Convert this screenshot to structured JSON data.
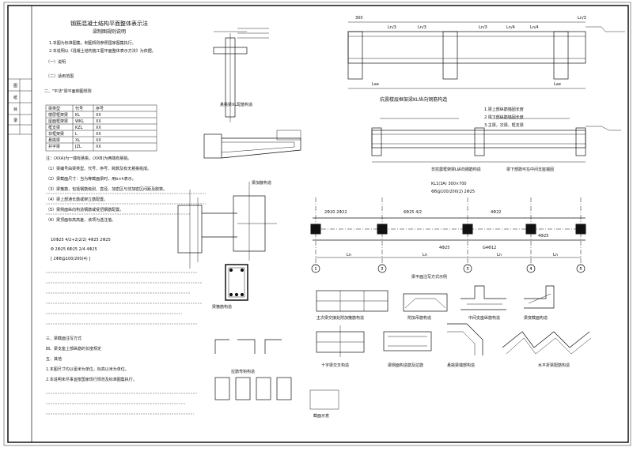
{
  "title_block": {
    "cells": [
      "图",
      "纸",
      "目",
      "录"
    ]
  },
  "notes": {
    "title": "钢筋混凝土结构平面整体表示法",
    "subtitle": "梁制图规则说明",
    "intro": [
      "1.本图为标准图集，制图规则参照国家图集执行。",
      "2.本说明以《混凝土结构施工图平面整体表示方法》为依据。",
      "（一）说明",
      "（二）适用范围"
    ],
    "section_header": "二、\"平法\"梁平面制图规则",
    "table": {
      "header": [
        "梁类型",
        "代号",
        "序号"
      ],
      "rows": [
        [
          "楼层框架梁",
          "KL",
          "XX"
        ],
        [
          "屋面框架梁",
          "WKL",
          "XX"
        ],
        [
          "框支梁",
          "KZL",
          "XX"
        ],
        [
          "非框架梁",
          "L",
          "XX"
        ],
        [
          "悬挑梁",
          "XL",
          "XX"
        ],
        [
          "井字梁",
          "JZL",
          "XX"
        ]
      ]
    },
    "para_lines": [
      "注：(XXA)为一端有悬挑，(XXB)为两端有悬挑。",
      "（1）梁编号由梁类型、代号、序号、跨数及有无悬挑组成。",
      "（2）梁截面尺寸：当为等截面梁时，用b×h表示。",
      "（3）梁箍筋，包括钢筋级别、直径、加密区与非加密区间距及肢数。",
      "（4）梁上部通长筋或架立筋配置。",
      "（5）梁侧面纵向构造钢筋或受扭钢筋配置。",
      "（6）梁顶面标高高差，该项为选注值。"
    ],
    "formula_lines": [
      "10Φ25 4/2+2(2/2)   4Φ25   2Φ25",
      "Φ 2Φ25   6Φ25 2/4   4Φ25",
      "[ 2Φ8@100/200(4) ]"
    ],
    "bottom_lines": [
      "三、梁截面注写方式",
      "四、梁支座上部纵筋的长度规定",
      "五、其他",
      "1.本图尺寸均以毫米为单位，标高以米为单位。",
      "2.本说明未尽事宜按国家现行规范及标准图集执行。"
    ]
  },
  "drawings": {
    "beam_top_title": "抗震楼层框架梁KL纵向钢筋构造",
    "beam_top_dims": [
      "300",
      "Ln/3",
      "Ln/3",
      "Ln/3",
      "Ln/4",
      "Ln/4",
      "Ln/3",
      "Lae",
      "Lae"
    ],
    "beam_mid_title": "非抗震框架梁L纵向钢筋构造",
    "beam_mid_note": "梁下部筋可在中间支座锚固",
    "small_beam_title": "悬挑梁XL配筋构造",
    "haunch_title": "梁加腋构造",
    "stirrup_title": "梁箍筋构造",
    "notes_right": [
      "1.梁上部纵筋锚固长度",
      "2.梁下部纵筋锚固长度",
      "3.主梁，次梁，框支梁"
    ],
    "plan_title": "梁平面注写方式示例",
    "plan_annotations": [
      "KL1(3A) 300×700",
      "Φ8@100/200(2) 2Φ25",
      "2Φ20 2Φ22",
      "6Φ25 4/2",
      "4Φ22",
      "4Φ25",
      "G4Φ12",
      "4Φ25"
    ],
    "axis_labels": [
      "1",
      "2",
      "3",
      "4",
      "5"
    ],
    "plan_dims": [
      "Ln",
      "Ln",
      "Ln",
      "Ln"
    ],
    "details": [
      "主次梁交接处附加箍筋构造",
      "附加吊筋构造",
      "中间支座纵筋构造",
      "梁变截面构造",
      "十字梁交叉构造",
      "梁侧面构造筋及拉筋",
      "悬挑梁端部构造",
      "水平折梁配筋构造",
      "拉筋弯钩构造",
      "截面示意"
    ]
  }
}
